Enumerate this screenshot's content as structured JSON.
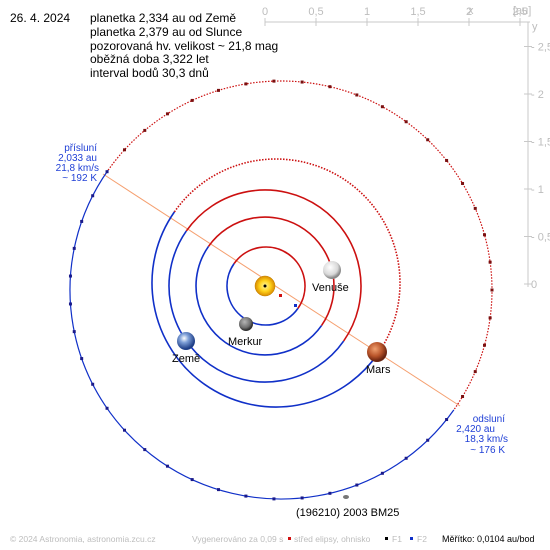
{
  "header": {
    "date": "26. 4. 2024",
    "info_lines": [
      "planetka 2,334 au od Země",
      "planetka 2,379 au od Slunce",
      "pozorovaná hv. velikost ~ 21,8 mag",
      "oběžná doba 3,322 let",
      "interval bodů 30,3 dnů"
    ]
  },
  "axes": {
    "x_ticks": [
      "0",
      "0,5",
      "1",
      "1,5",
      "2",
      "2,5"
    ],
    "x_label": "x",
    "unit_label": "[au]",
    "y_ticks": [
      "0",
      "0,5",
      "1",
      "1,5",
      "2",
      "2,5"
    ],
    "y_label": "y",
    "y_tick_prefix": "- "
  },
  "perihelion": {
    "title": "přísluní",
    "distance": "2,033 au",
    "speed": "21,8 km/s",
    "temperature": "~ 192 K"
  },
  "aphelion": {
    "title": "odsluní",
    "distance": "2,420 au",
    "speed": "18,3 km/s",
    "temperature": "~ 176 K"
  },
  "planets": {
    "venus": "Venuše",
    "mercury": "Merkur",
    "earth": "Země",
    "mars": "Mars"
  },
  "asteroid_label": "(196210) 2003 BM25",
  "footer": {
    "copyright": "© 2024 Astronomia, astronomia.zcu.cz",
    "generated": "Vygenerováno za 0,09 s",
    "legend_center": "střed elipsy, ohnisko",
    "legend_f1": "F1",
    "legend_f2": "F2",
    "scale": "Měřítko: 0,0104 au/bod"
  },
  "colors": {
    "orbit_above": "#1030c8",
    "orbit_below": "#cc1010",
    "apsidal_line": "#f5a070",
    "axis": "#c8c8c8",
    "label_blue": "#1f3fd6"
  }
}
